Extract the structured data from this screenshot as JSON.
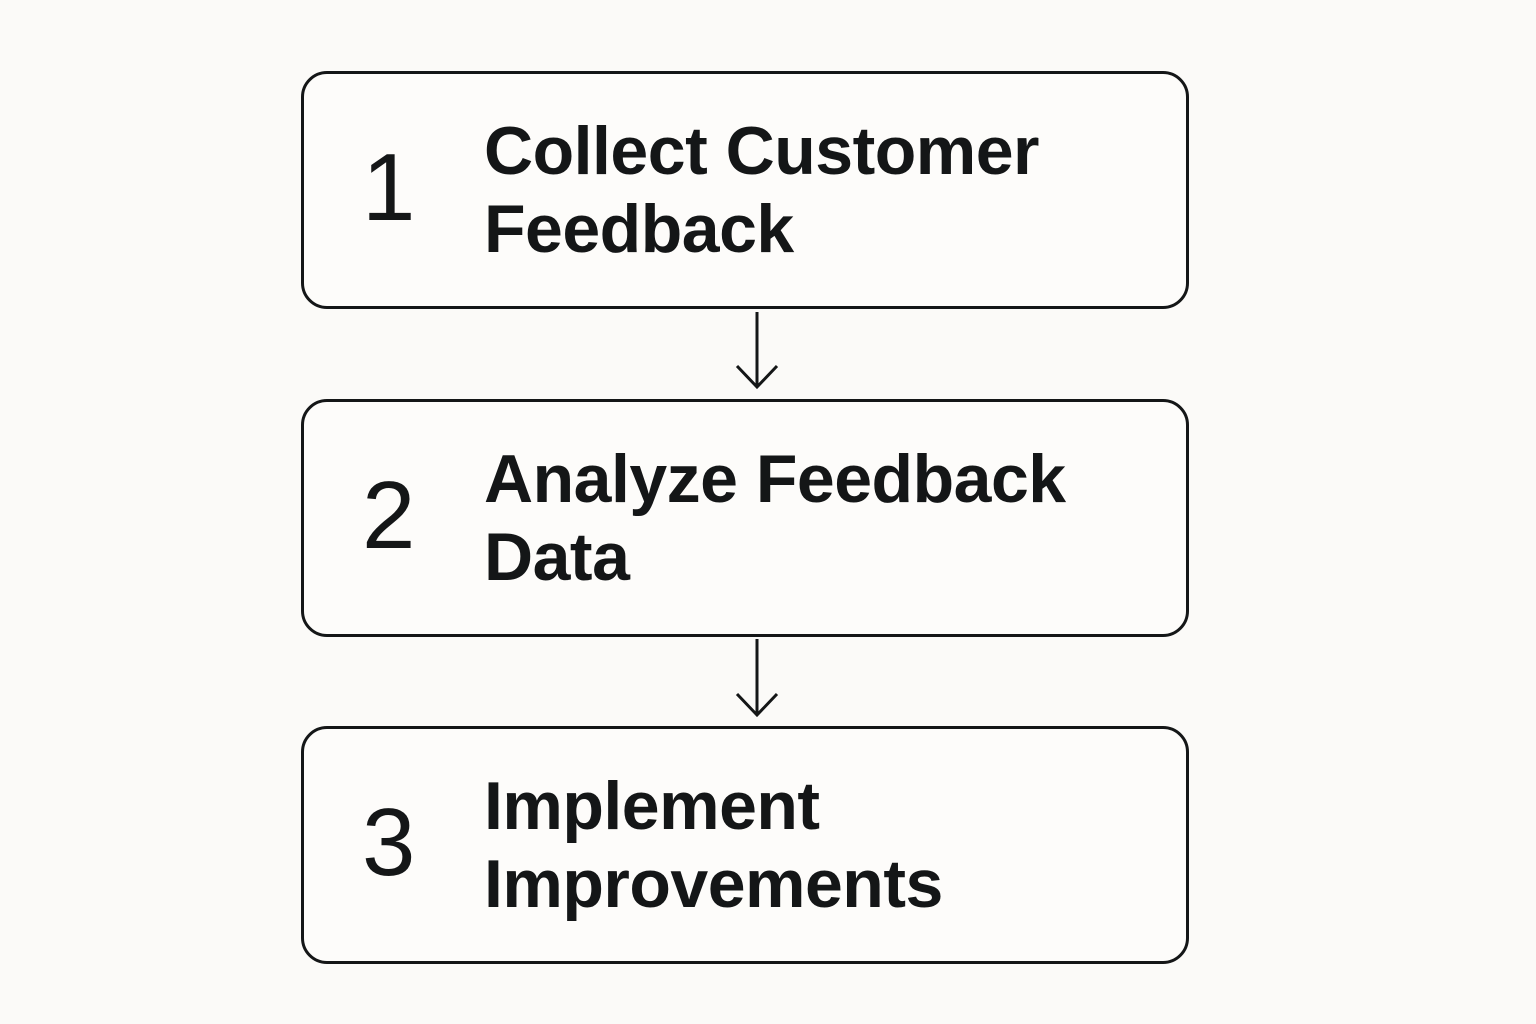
{
  "diagram": {
    "steps": [
      {
        "number": "1",
        "label": "Collect Customer Feedback"
      },
      {
        "number": "2",
        "label": "Analyze Feedback Data"
      },
      {
        "number": "3",
        "label": "Implement Improvements"
      }
    ],
    "colors": {
      "background": "#fbfaf8",
      "stroke": "#141617",
      "text": "#141617"
    }
  }
}
